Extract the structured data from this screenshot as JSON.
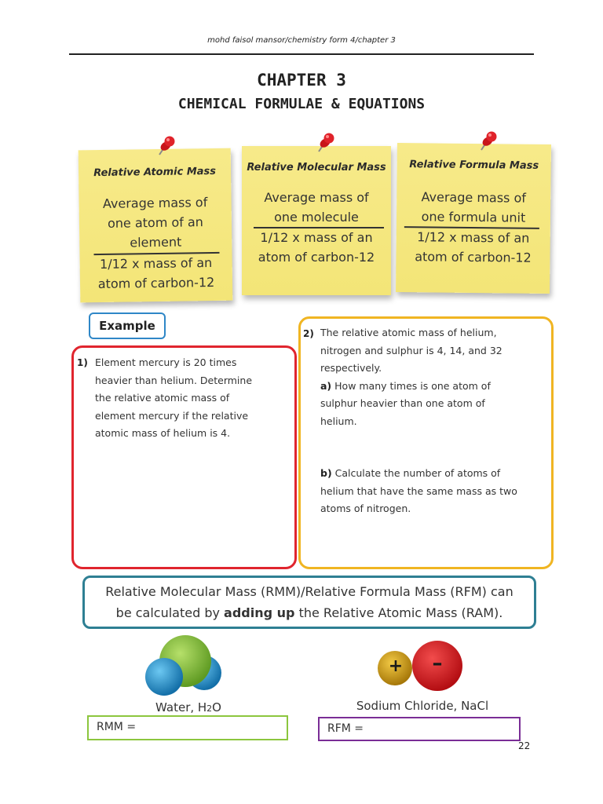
{
  "header": {
    "text": "mohd faisol mansor/chemistry form 4/chapter 3"
  },
  "title": "CHAPTER 3",
  "subtitle": "CHEMICAL FORMULAE & EQUATIONS",
  "notes": [
    {
      "title": "Relative Atomic Mass",
      "numerator": [
        "Average mass of",
        "one atom of an",
        "element"
      ],
      "denominator": [
        "1/12 x mass of an",
        "atom of carbon-12"
      ]
    },
    {
      "title": "Relative Molecular Mass",
      "numerator": [
        "Average mass of",
        "one molecule"
      ],
      "denominator": [
        "1/12 x mass of an",
        "atom of carbon-12"
      ]
    },
    {
      "title": "Relative Formula Mass",
      "numerator": [
        "Average mass of",
        "one formula unit"
      ],
      "denominator": [
        "1/12 x mass of an",
        "atom of carbon-12"
      ]
    }
  ],
  "example_label": "Example",
  "q1": {
    "num": "1)",
    "lines": [
      "Element mercury is 20 times",
      "heavier than helium. Determine",
      "the relative atomic mass of",
      "element mercury if the relative",
      "atomic mass of helium is 4."
    ]
  },
  "q2": {
    "num": "2)",
    "lines": [
      "The relative atomic mass of helium,",
      "nitrogen and sulphur is 4, 14, and 32",
      "respectively."
    ],
    "a_label": "a)",
    "a_lines": [
      "How many times is one atom of",
      "sulphur heavier than one atom of",
      "helium."
    ],
    "b_label": "b)",
    "b_lines": [
      "Calculate the number of atoms of",
      "helium that have the same mass as two",
      "atoms of nitrogen."
    ]
  },
  "rmm": {
    "line1": "Relative Molecular Mass (RMM)/Relative Formula Mass (RFM) can",
    "line2_pre": "be calculated by ",
    "line2_bold": "adding up",
    "line2_post": " the Relative Atomic Mass (RAM)."
  },
  "water": {
    "label_pre": "Water, H",
    "label_sub": "2",
    "label_post": "O",
    "answer": "RMM ="
  },
  "nacl": {
    "label": "Sodium Chloride, NaCl",
    "answer": "RFM =",
    "plus": "+",
    "minus": "–"
  },
  "page_number": "22",
  "colors": {
    "note_yellow": "#f5e77e",
    "pin_red": "#d6161e",
    "q1_border": "#e0252e",
    "q2_border": "#f0b522",
    "rmm_border": "#2e7f93",
    "example_border": "#2f87c7",
    "water_green": "#7fb63a",
    "water_blue": "#1d8fcf",
    "sodium_gold": "#c7960f",
    "chloride_red": "#d3171b"
  }
}
